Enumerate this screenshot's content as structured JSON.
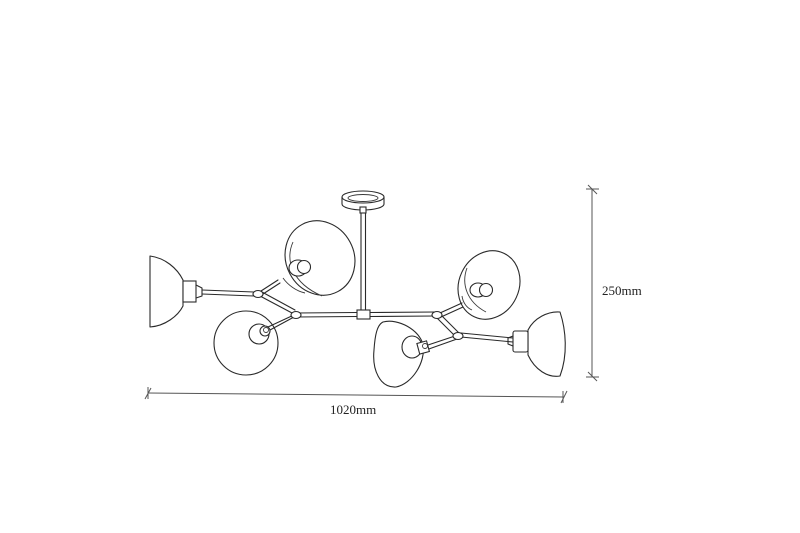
{
  "drawing": {
    "subject": "6-arm branching pendant lamp line drawing",
    "dimensions": {
      "width_label": "1020mm",
      "height_label": "250mm"
    },
    "colors": {
      "background": "#ffffff",
      "line": "#2a2a2a",
      "dimension_line": "#555555",
      "text": "#222222"
    },
    "components": {
      "shades": [
        "left-wall-shade",
        "top-left-shade",
        "bottom-left-shade",
        "bottom-center-shade",
        "top-right-shade",
        "right-shade"
      ],
      "canopy": "ceiling-canopy",
      "rod": "downrod",
      "hub": "center-hub"
    }
  }
}
